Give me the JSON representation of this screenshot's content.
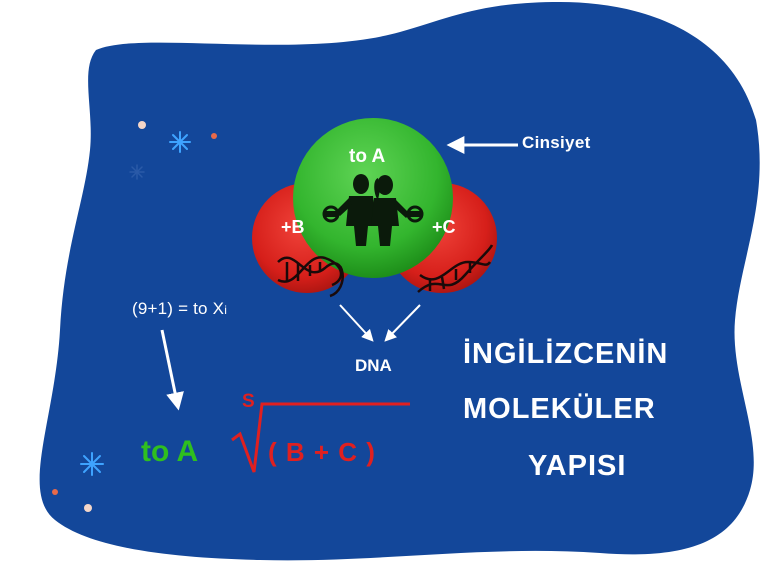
{
  "labels": {
    "cinsiyet": "Cinsiyet",
    "to_a_top": "to A",
    "plus_b": "+B",
    "plus_c": "+C",
    "dna": "DNA",
    "equation_main": "(9+1) = to X",
    "equation_sub": "i",
    "formula_to_a": "to A",
    "formula_root_index": "S",
    "formula_radicand": "( B + C )"
  },
  "title": {
    "line1": "İNGİLİZCENİN",
    "line2": "MOLEKÜLER",
    "line3": "YAPISI"
  },
  "colors": {
    "background_blob": "#13479a",
    "center_atom": "#3cc23a",
    "side_atoms": "#e3241f",
    "formula_to_a": "#2fbf1f",
    "formula_root": "#e02020",
    "text": "#ffffff",
    "icon_dark": "#0b1a0b"
  },
  "icons": [
    "athletes-couple-icon",
    "dumbbell-icon",
    "dna-helix-icon",
    "sparkle-icon"
  ]
}
